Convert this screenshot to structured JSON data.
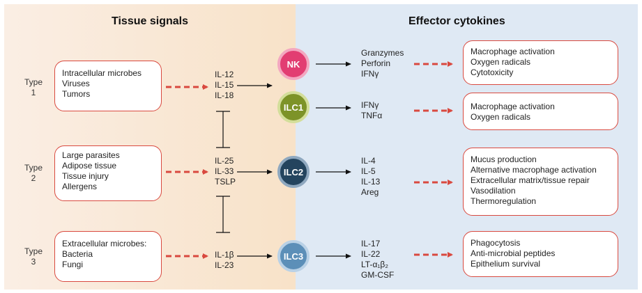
{
  "headers": {
    "tissue_signals": "Tissue signals",
    "effector_cytokines": "Effector cytokines"
  },
  "types": [
    {
      "word": "Type",
      "num": "1"
    },
    {
      "word": "Type",
      "num": "2"
    },
    {
      "word": "Type",
      "num": "3"
    }
  ],
  "tissue": [
    [
      "Intracellular microbes",
      "Viruses",
      "Tumors"
    ],
    [
      "Large parasites",
      "Adipose tissue",
      "Tissue injury",
      "Allergens"
    ],
    [
      "Extracellular microbes:",
      "Bacteria",
      "Fungi"
    ]
  ],
  "signals": [
    [
      "IL-12",
      "IL-15",
      "IL-18"
    ],
    [
      "IL-25",
      "IL-33",
      "TSLP"
    ],
    [
      "IL-1β",
      "IL-23"
    ]
  ],
  "cells": [
    {
      "label": "NK",
      "color": "#e23d72",
      "ring": "#f3a7c0"
    },
    {
      "label": "ILC1",
      "color": "#7d9328",
      "ring": "#d3de9a"
    },
    {
      "label": "ILC2",
      "color": "#24445e",
      "ring": "#8fa8bf"
    },
    {
      "label": "ILC3",
      "color": "#5c8fb8",
      "ring": "#b9d1e6"
    }
  ],
  "effectors": [
    [
      "Granzymes",
      "Perforin",
      "IFNγ"
    ],
    [
      "IFNγ",
      "TNFα"
    ],
    [
      "IL-4",
      "IL-5",
      "IL-13",
      "Areg"
    ],
    [
      "IL-17",
      "IL-22",
      "LT-α₁β₂",
      "GM-CSF"
    ]
  ],
  "functions": [
    [
      "Macrophage activation",
      "Oxygen radicals",
      "Cytotoxicity"
    ],
    [
      "Macrophage activation",
      "Oxygen radicals"
    ],
    [
      "Mucus production",
      "Alternative macrophage activation",
      "Extracellular matrix/tissue repair",
      "Vasodilation",
      "Thermoregulation"
    ],
    [
      "Phagocytosis",
      "Anti-microbial peptides",
      "Epithelium survival"
    ]
  ],
  "colors": {
    "accent_red": "#d9493f",
    "tissue_bg": "#f8e2c8",
    "cytokine_bg": "#dfe9f4"
  }
}
